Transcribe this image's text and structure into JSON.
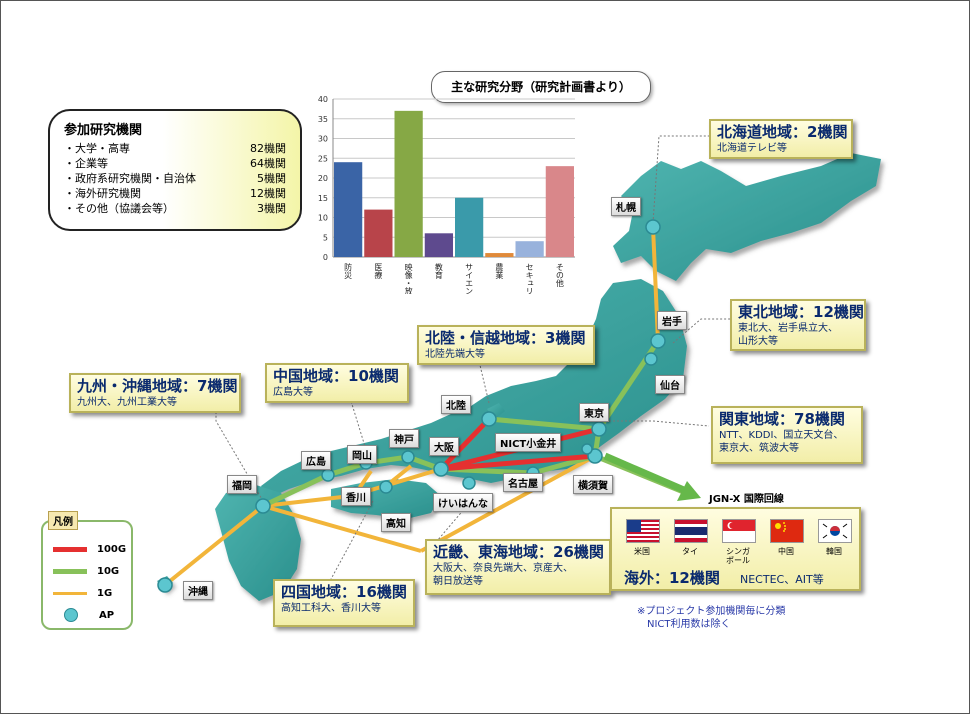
{
  "institutions": {
    "title": "参加研究機関",
    "rows": [
      {
        "label": "・大学・高専",
        "count": "82機関"
      },
      {
        "label": "・企業等",
        "count": "64機関"
      },
      {
        "label": "・政府系研究機関・自治体",
        "count": "5機関"
      },
      {
        "label": "・海外研究機関",
        "count": "12機関"
      },
      {
        "label": "・その他（協議会等）",
        "count": "3機関"
      }
    ]
  },
  "chart_data": {
    "type": "bar",
    "title": "主な研究分野（研究計画書より）",
    "categories": [
      "防災",
      "医療",
      "映像・放送",
      "教育",
      "サイエンス",
      "農業",
      "セキュリティ",
      "その他"
    ],
    "values": [
      24,
      12,
      37,
      6,
      15,
      1,
      4,
      23
    ],
    "colors": [
      "#3a64a6",
      "#b8444a",
      "#86a845",
      "#5e4a8e",
      "#3a9aaa",
      "#e08a3a",
      "#98b2dc",
      "#d9878a"
    ],
    "ylim": [
      0,
      40
    ],
    "yticks": [
      0,
      5,
      10,
      15,
      20,
      25,
      30,
      35,
      40
    ],
    "grid": true,
    "legend": "none"
  },
  "regions": {
    "hokkaido": {
      "title": "北海道地域：2機関",
      "sub": [
        "北海道テレビ等"
      ]
    },
    "tohoku": {
      "title": "東北地域：12機関",
      "sub": [
        "東北大、岩手県立大、",
        "山形大等"
      ]
    },
    "hokuriku": {
      "title": "北陸・信越地域：3機関",
      "sub": [
        "北陸先端大等"
      ]
    },
    "chugoku": {
      "title": "中国地域：10機関",
      "sub": [
        "広島大等"
      ]
    },
    "kyushu": {
      "title": "九州・沖縄地域：7機関",
      "sub": [
        "九州大、九州工業大等"
      ]
    },
    "kanto": {
      "title": "関東地域：78機関",
      "sub": [
        "NTT、KDDI、国立天文台、",
        "東京大、筑波大等"
      ]
    },
    "kinki": {
      "title": "近畿、東海地域：26機関",
      "sub": [
        "大阪大、奈良先端大、京産大、",
        "朝日放送等"
      ]
    },
    "shikoku": {
      "title": "四国地域：16機関",
      "sub": [
        "高知工科大、香川大等"
      ]
    }
  },
  "cities": {
    "sapporo": "札幌",
    "iwate": "岩手",
    "sendai": "仙台",
    "tokyo": "東京",
    "nict": "NICT小金井",
    "hokuriku": "北陸",
    "osaka": "大阪",
    "kobe": "神戸",
    "okayama": "岡山",
    "hiroshima": "広島",
    "fukuoka": "福岡",
    "kagawa": "香川",
    "kochi": "高知",
    "keihanna": "けいはんな",
    "nagoya": "名古屋",
    "yokosuka": "横須賀",
    "okinawa": "沖縄"
  },
  "legend": {
    "title": "凡例",
    "items": [
      {
        "label": "100G",
        "color": "#e53030"
      },
      {
        "label": "10G",
        "color": "#88c15a"
      },
      {
        "label": "1G",
        "color": "#f2b53a"
      },
      {
        "label": "AP",
        "color": "#5cc6cf"
      }
    ]
  },
  "overseas": {
    "jgn_label": "JGN-X 国際回線",
    "title": "海外：12機関",
    "sub": "NECTEC、AIT等",
    "flags": [
      {
        "name": "米国",
        "icon": "us-flag-icon"
      },
      {
        "name": "タイ",
        "icon": "thailand-flag-icon"
      },
      {
        "name": "シンガ\nポール",
        "icon": "singapore-flag-icon"
      },
      {
        "name": "中国",
        "icon": "china-flag-icon"
      },
      {
        "name": "韓国",
        "icon": "korea-flag-icon"
      }
    ]
  },
  "note": [
    "※プロジェクト参加機関毎に分類",
    "NICT利用数は除く"
  ]
}
